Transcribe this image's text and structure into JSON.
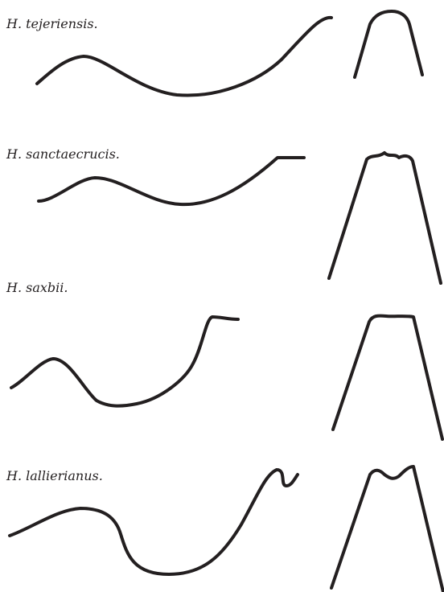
{
  "species": [
    {
      "name": "H. tejeriensis."
    },
    {
      "name": "H. sanctaecrucis."
    },
    {
      "name": "H. saxbii."
    },
    {
      "name": "H. lallierianus."
    }
  ],
  "colors": {
    "ink": "#231f20",
    "background": "#ffffff"
  }
}
